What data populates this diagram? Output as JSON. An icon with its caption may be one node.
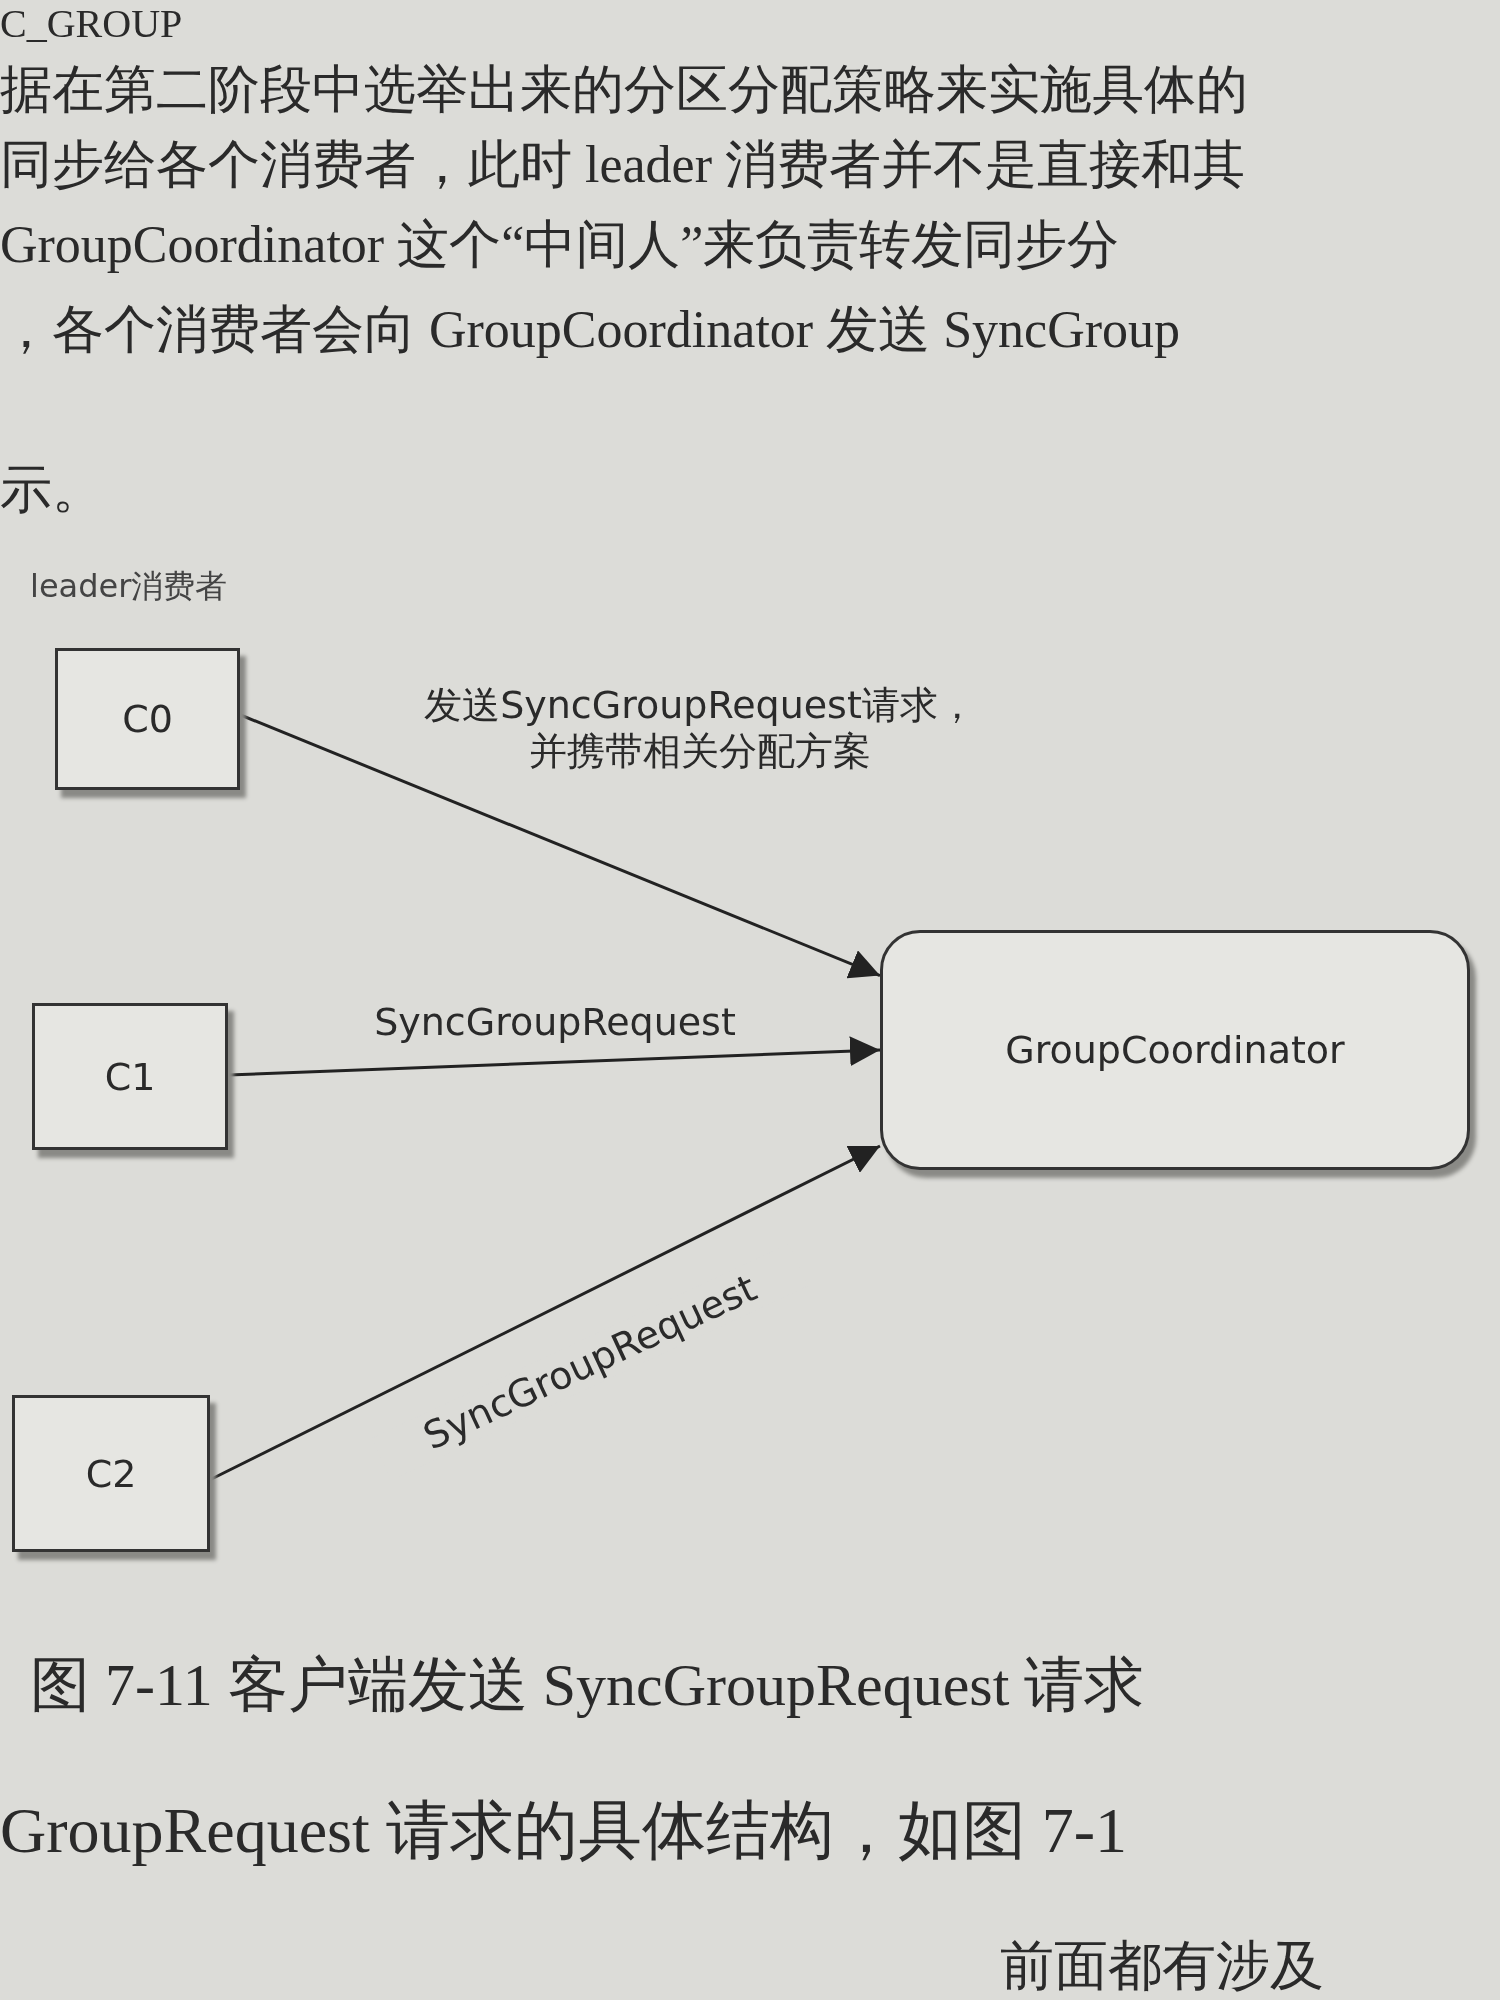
{
  "diagram": {
    "caption": "图 7-11 客户端发送 SyncGroupRequest 请求",
    "nodes": [
      {
        "text": [
          "C0"
        ],
        "beside": [
          "leader消费者"
        ]
      },
      {
        "text": [
          "C1"
        ]
      },
      {
        "text": [
          "C2"
        ]
      },
      {
        "text": [
          "GroupCoordinator"
        ]
      }
    ],
    "edges": [
      {
        "from": 0,
        "to": 3,
        "arrow": "to",
        "label": "发送SyncGroupRequest请求，并携带相关分配方案"
      },
      {
        "from": 1,
        "to": 3,
        "arrow": "to",
        "label": "SyncGroupRequest"
      },
      {
        "from": 2,
        "to": 3,
        "arrow": "to",
        "label": "SyncGroupRequest"
      }
    ],
    "labels": [
      "C_GROUP",
      "据在第二阶段中选举出来的分区分配策略来实施具体的",
      "同步给各个消费者，此时 leader 消费者并不是直接和其",
      "GroupCoordinator 这个“中间人”来负责转发同步分",
      "，各个消费者会向 GroupCoordinator 发送 SyncGroup",
      "示。",
      "GroupRequest 请求的具体结构，如图 7-1",
      "前面都有涉及"
    ]
  }
}
